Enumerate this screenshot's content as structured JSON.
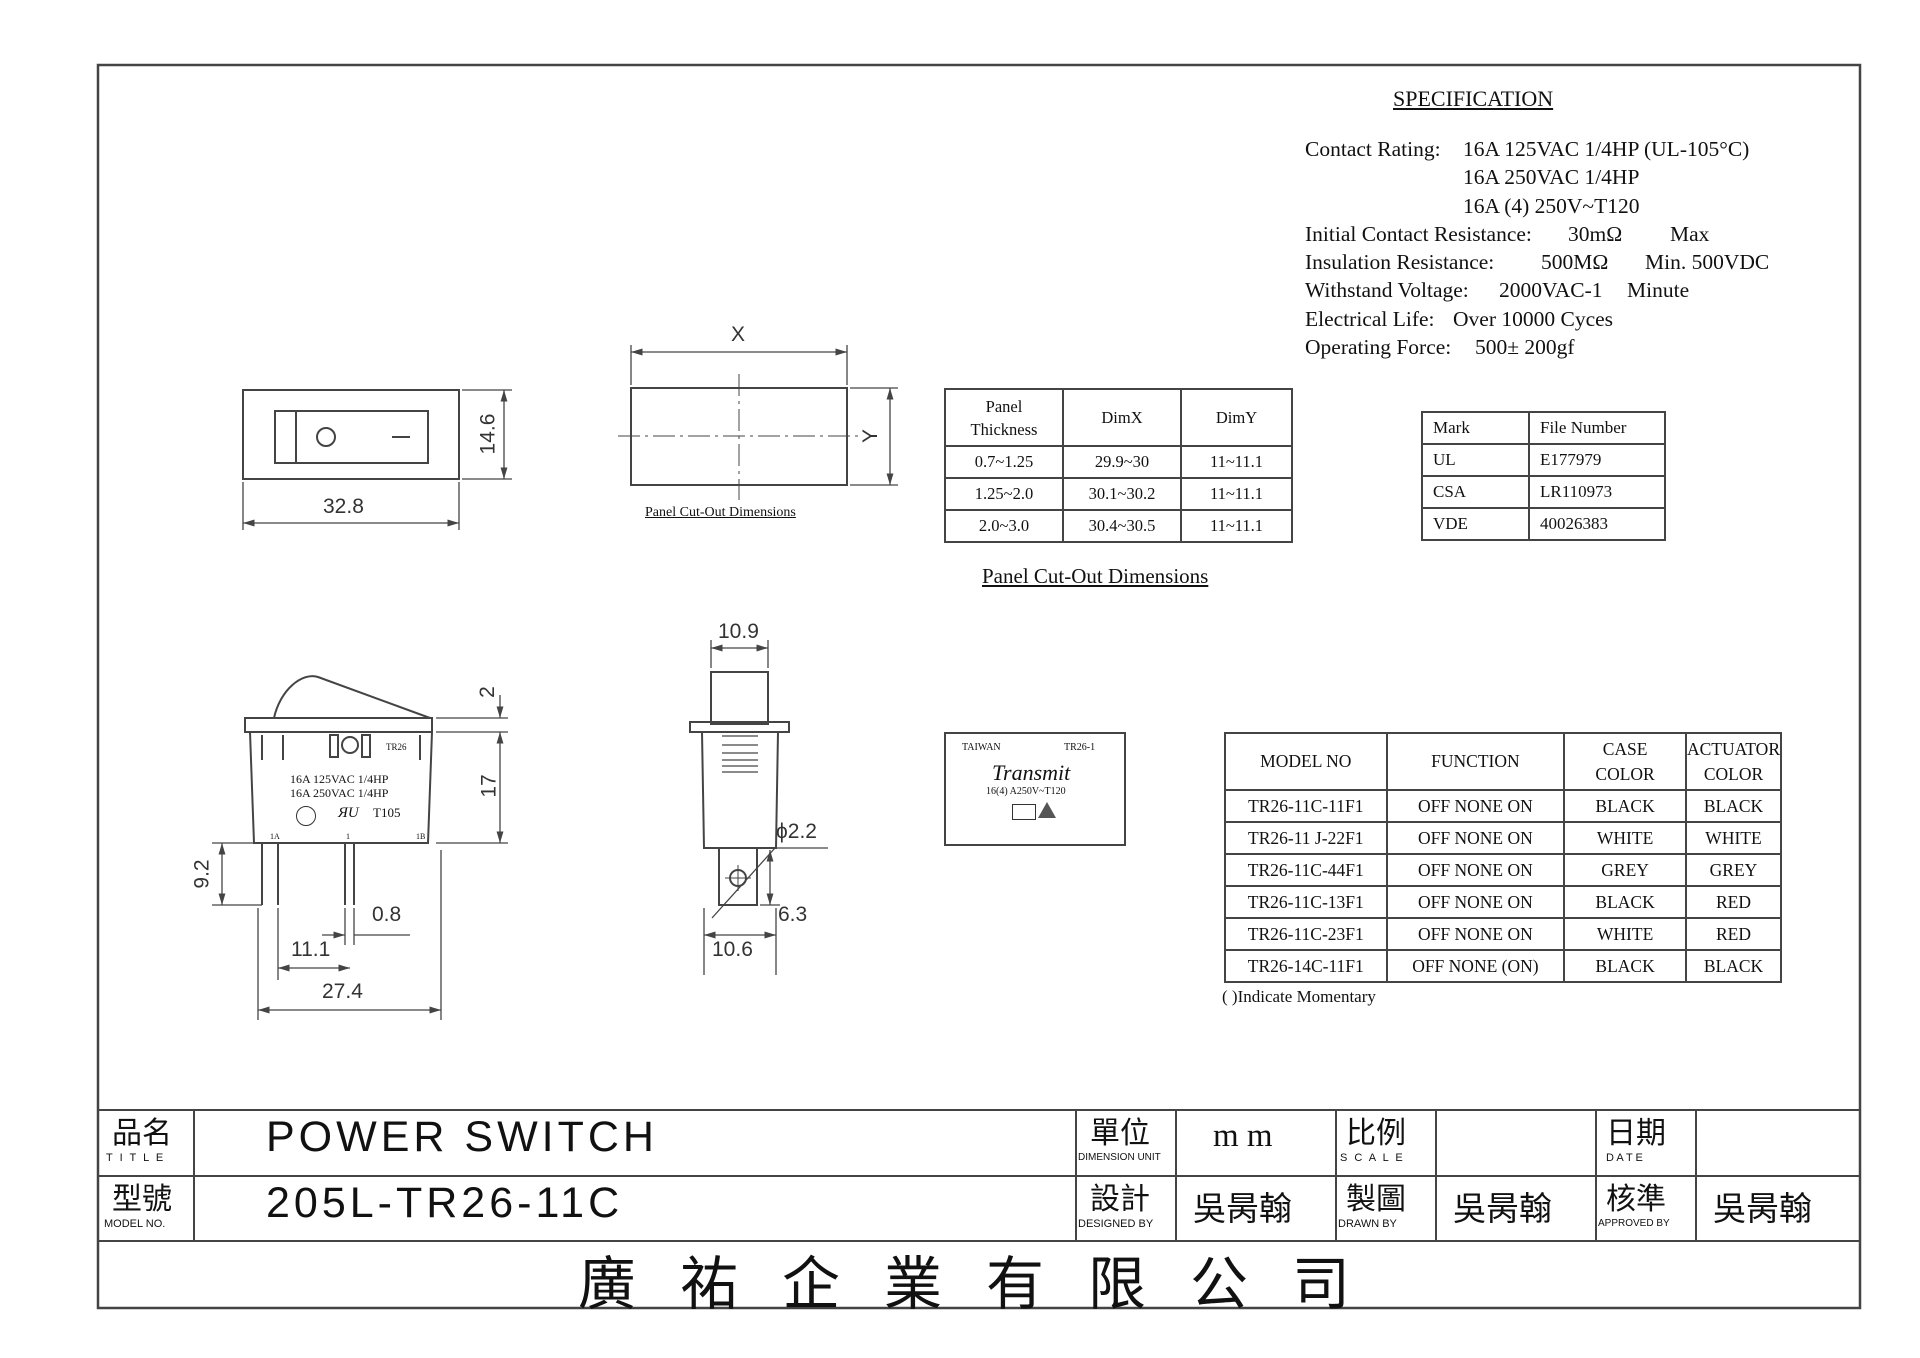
{
  "specification": {
    "title": "SPECIFICATION",
    "lines": [
      {
        "label": "Contact Rating:",
        "value": "16A 125VAC 1/4HP (UL-105°C)",
        "extra": ""
      },
      {
        "label": "",
        "value": "16A 250VAC 1/4HP",
        "extra": ""
      },
      {
        "label": "",
        "value": "16A (4) 250V~T120",
        "extra": ""
      },
      {
        "label": "Initial Contact Resistance:",
        "value": "30mΩ",
        "extra": "Max"
      },
      {
        "label": "Insulation Resistance:",
        "value": "500MΩ",
        "extra": "Min. 500VDC"
      },
      {
        "label": "Withstand Voltage:",
        "value": "2000VAC-1",
        "extra": "Minute"
      },
      {
        "label": "Electrical Life:",
        "value": "Over 10000 Cyces",
        "extra": ""
      },
      {
        "label": "Operating Force:",
        "value": "500± 200gf",
        "extra": ""
      }
    ]
  },
  "panel_table": {
    "headers": [
      "Panel\nThickness",
      "DimX",
      "DimY"
    ],
    "rows": [
      [
        "0.7~1.25",
        "29.9~30",
        "11~11.1"
      ],
      [
        "1.25~2.0",
        "30.1~30.2",
        "11~11.1"
      ],
      [
        "2.0~3.0",
        "30.4~30.5",
        "11~11.1"
      ]
    ],
    "caption": "Panel  Cut-Out  Dimensions"
  },
  "mark_table": {
    "headers": [
      "Mark",
      "File  Number"
    ],
    "rows": [
      [
        "UL",
        "E177979"
      ],
      [
        "CSA",
        "LR110973"
      ],
      [
        "VDE",
        "40026383"
      ]
    ]
  },
  "model_table": {
    "headers": [
      "MODEL NO",
      "FUNCTION",
      "CASE\nCOLOR",
      "ACTUATOR\nCOLOR"
    ],
    "rows": [
      [
        "TR26-11C-11F1",
        "OFF NONE ON",
        "BLACK",
        "BLACK"
      ],
      [
        "TR26-11 J-22F1",
        "OFF NONE ON",
        "WHITE",
        "WHITE"
      ],
      [
        "TR26-11C-44F1",
        "OFF NONE ON",
        "GREY",
        "GREY"
      ],
      [
        "TR26-11C-13F1",
        "OFF NONE ON",
        "BLACK",
        "RED"
      ],
      [
        "TR26-11C-23F1",
        "OFF NONE ON",
        "WHITE",
        "RED"
      ],
      [
        "TR26-14C-11F1",
        "OFF NONE (ON)",
        "BLACK",
        "BLACK"
      ]
    ],
    "footnote": "(  )Indicate Momentary"
  },
  "drawing": {
    "top_view": {
      "width": "32.8",
      "height": "14.6"
    },
    "cutout": {
      "x_label": "X",
      "y_label": "Y",
      "caption": "Panel  Cut-Out  Dimensions"
    },
    "side_view": {
      "top": "2",
      "body": "17",
      "pin_len": "9.2",
      "pin_w": "0.8",
      "pitch": "11.1",
      "span": "27.4",
      "body_marks": [
        "TR26",
        "16A 125VAC 1/4HP",
        "16A 250VAC 1/4HP",
        "T105",
        "1A",
        "1",
        "1B"
      ]
    },
    "end_view": {
      "top_w": "10.9",
      "hole": "ϕ2.2",
      "tab": "6.3",
      "bottom_w": "10.6"
    },
    "label_stamp": {
      "origin": "TAIWAN",
      "model": "TR26-1",
      "brand": "Transmit",
      "rating": "16(4) A250V~T120"
    }
  },
  "title_block": {
    "title_cn": "品名",
    "title_en": "T I T L E",
    "title_value": "POWER SWITCH",
    "model_cn": "型號",
    "model_en": "MODEL  NO.",
    "model_value": "205L-TR26-11C",
    "unit_cn": "單位",
    "unit_en": "DIMENSION UNIT",
    "unit_value": "m m",
    "scale_cn": "比例",
    "scale_en": "S C A L E",
    "scale_value": "",
    "date_cn": "日期",
    "date_en": "D  A  T  E",
    "date_value": "",
    "design_cn": "設計",
    "design_en": "DESIGNED BY",
    "design_value": "吳昺翰",
    "drawn_cn": "製圖",
    "drawn_en": "DRAWN   BY",
    "drawn_value": "吳昺翰",
    "approved_cn": "核準",
    "approved_en": "APPROVED  BY",
    "approved_value": "吳昺翰",
    "company": "廣祐企業有限公司"
  }
}
